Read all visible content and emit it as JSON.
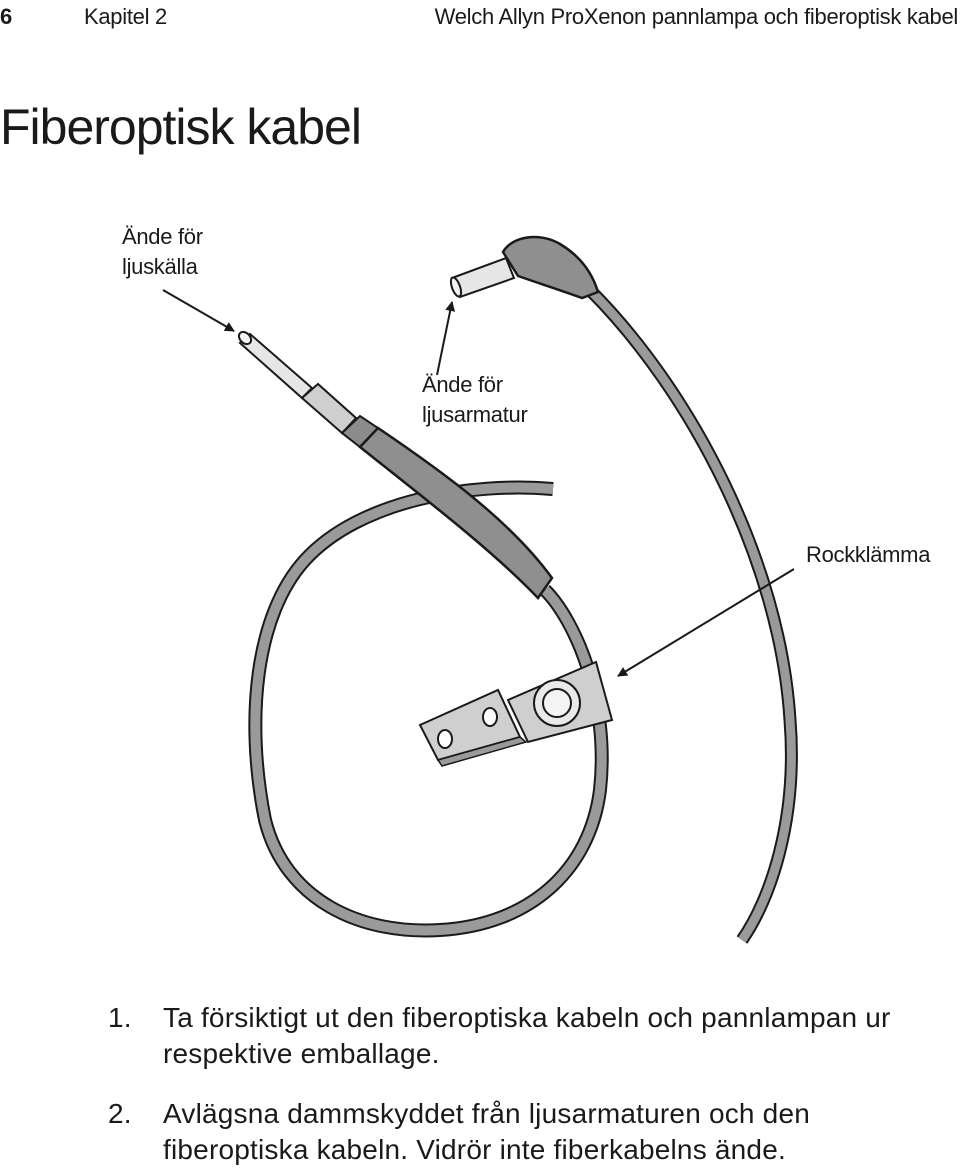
{
  "header": {
    "page_number": "6",
    "chapter": "Kapitel 2",
    "document_title": "Welch Allyn ProXenon pannlampa och fiberoptisk kabel"
  },
  "section": {
    "title": "Fiberoptisk kabel"
  },
  "figure": {
    "callouts": {
      "light_source_end": [
        "Ände för",
        "ljuskälla"
      ],
      "headlight_end": [
        "Ände för",
        "ljusarmatur"
      ],
      "clothing_clip": "Rockklämma"
    },
    "colors": {
      "cable": "#9a9a9a",
      "cable_dark": "#7f7f7f",
      "connector_light": "#d9d9d9",
      "clip_fill": "#cfcfcf",
      "outline": "#1a1a1a"
    }
  },
  "steps": [
    {
      "number": "1.",
      "text": "Ta försiktigt ut den fiberoptiska kabeln och pannlampan ur respektive emballage."
    },
    {
      "number": "2.",
      "text": "Avlägsna dammskyddet från ljusarmaturen och den fiberoptiska kabeln. Vidrör inte fiberkabelns ände."
    }
  ]
}
